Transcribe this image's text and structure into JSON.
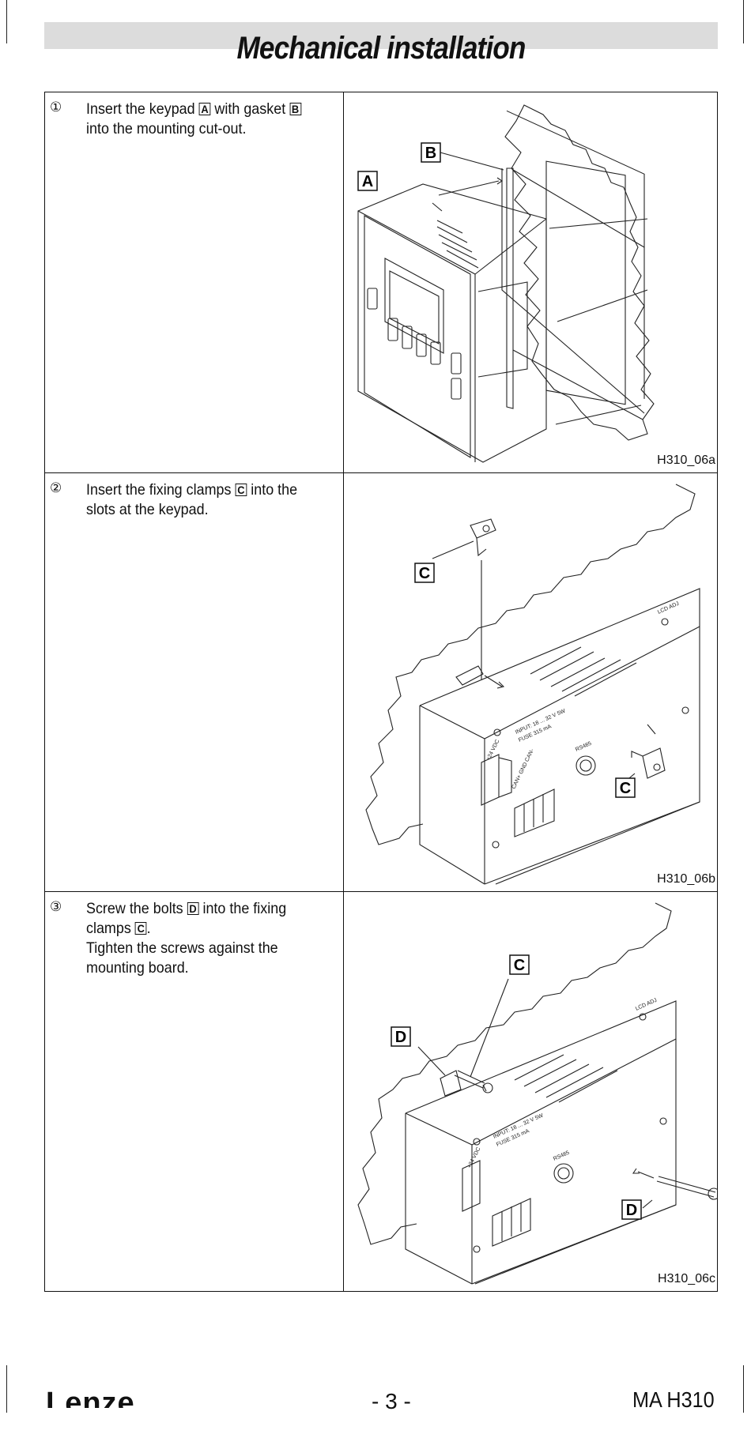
{
  "page": {
    "title": "Mechanical installation"
  },
  "steps": [
    {
      "number": "①",
      "text_before": "Insert the keypad ",
      "box1": "A",
      "text_mid": " with gasket ",
      "box2": "B",
      "text_after": "\ninto the mounting cut-out.",
      "figure_code": "H310_06a",
      "callouts": [
        "A",
        "B"
      ]
    },
    {
      "number": "②",
      "text_before": "Insert the fixing clamps ",
      "box1": "C",
      "text_after": " into the\nslots at the keypad.",
      "figure_code": "H310_06b",
      "callouts": [
        "C",
        "C"
      ],
      "device_labels": [
        "INPUT: 18 ... 32 V 5W",
        "FUSE 315 mA",
        "LCD ADJ",
        "+24 VDC",
        "RS485",
        "CAN+ GND CAN-"
      ]
    },
    {
      "number": "③",
      "text_before": "Screw the bolts ",
      "box1": "D",
      "text_mid": " into the fixing\nclamps ",
      "box2": "C",
      "text_after": ".\nTighten the screws against the\nmounting board.",
      "figure_code": "H310_06c",
      "callouts": [
        "C",
        "D",
        "D"
      ],
      "device_labels": [
        "INPUT: 18 ... 32 V 5W",
        "FUSE 315 mA",
        "LCD ADJ",
        "+24 VDC",
        "RS485"
      ]
    }
  ],
  "footer": {
    "logo": "Lenze",
    "page_number": "-  3 -",
    "doc_id": "MA H310"
  }
}
